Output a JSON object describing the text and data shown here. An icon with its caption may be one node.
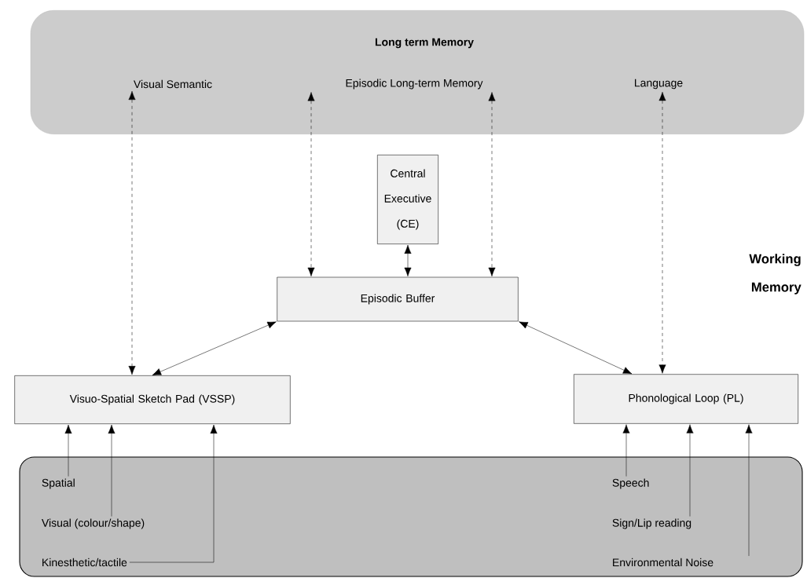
{
  "diagram": {
    "nodes": [
      {
        "text": [
          "Long term Memory"
        ]
      },
      {
        "text": [
          "Visual Semantic"
        ],
        "in": 0
      },
      {
        "text": [
          "Episodic Long-term Memory"
        ],
        "in": 0
      },
      {
        "text": [
          "Language"
        ],
        "in": 0
      },
      {
        "text": [
          "Central Executive (CE)"
        ]
      },
      {
        "text": [
          "Episodic Buffer"
        ]
      },
      {
        "text": [
          "Visuo-Spatial Sketch Pad (VSSP)"
        ]
      },
      {
        "text": [
          "Phonological Loop (PL)"
        ]
      },
      {
        "text": [],
        "shape": "box"
      },
      {
        "text": [
          "Spatial"
        ],
        "in": 8
      },
      {
        "text": [
          "Visual (colour/shape)"
        ],
        "in": 8
      },
      {
        "text": [
          "Kinesthetic/tactile"
        ],
        "in": 8
      },
      {
        "text": [
          "Speech"
        ],
        "in": 8
      },
      {
        "text": [
          "Sign/Lip reading"
        ],
        "in": 8
      },
      {
        "text": [
          "Environmental Noise"
        ],
        "in": 8
      }
    ],
    "edges": [
      {
        "from": 1,
        "to": 6,
        "arrow": "both",
        "style": "dashed"
      },
      {
        "from": 2,
        "to": 5,
        "arrow": "both",
        "style": "dashed"
      },
      {
        "from": 2,
        "to": 5,
        "arrow": "both",
        "style": "dashed"
      },
      {
        "from": 3,
        "to": 7,
        "arrow": "both",
        "style": "dashed"
      },
      {
        "from": 4,
        "to": 5,
        "arrow": "both"
      },
      {
        "from": 5,
        "to": 6,
        "arrow": "both"
      },
      {
        "from": 5,
        "to": 7,
        "arrow": "both"
      },
      {
        "from": 9,
        "to": 6,
        "arrow": "to"
      },
      {
        "from": 10,
        "to": 6,
        "arrow": "to"
      },
      {
        "from": 11,
        "to": 6,
        "arrow": "to"
      },
      {
        "from": 12,
        "to": 7,
        "arrow": "to"
      },
      {
        "from": 13,
        "to": 7,
        "arrow": "to"
      },
      {
        "from": 14,
        "to": 7,
        "arrow": "to"
      }
    ],
    "labels": [
      "Working Memory"
    ]
  }
}
